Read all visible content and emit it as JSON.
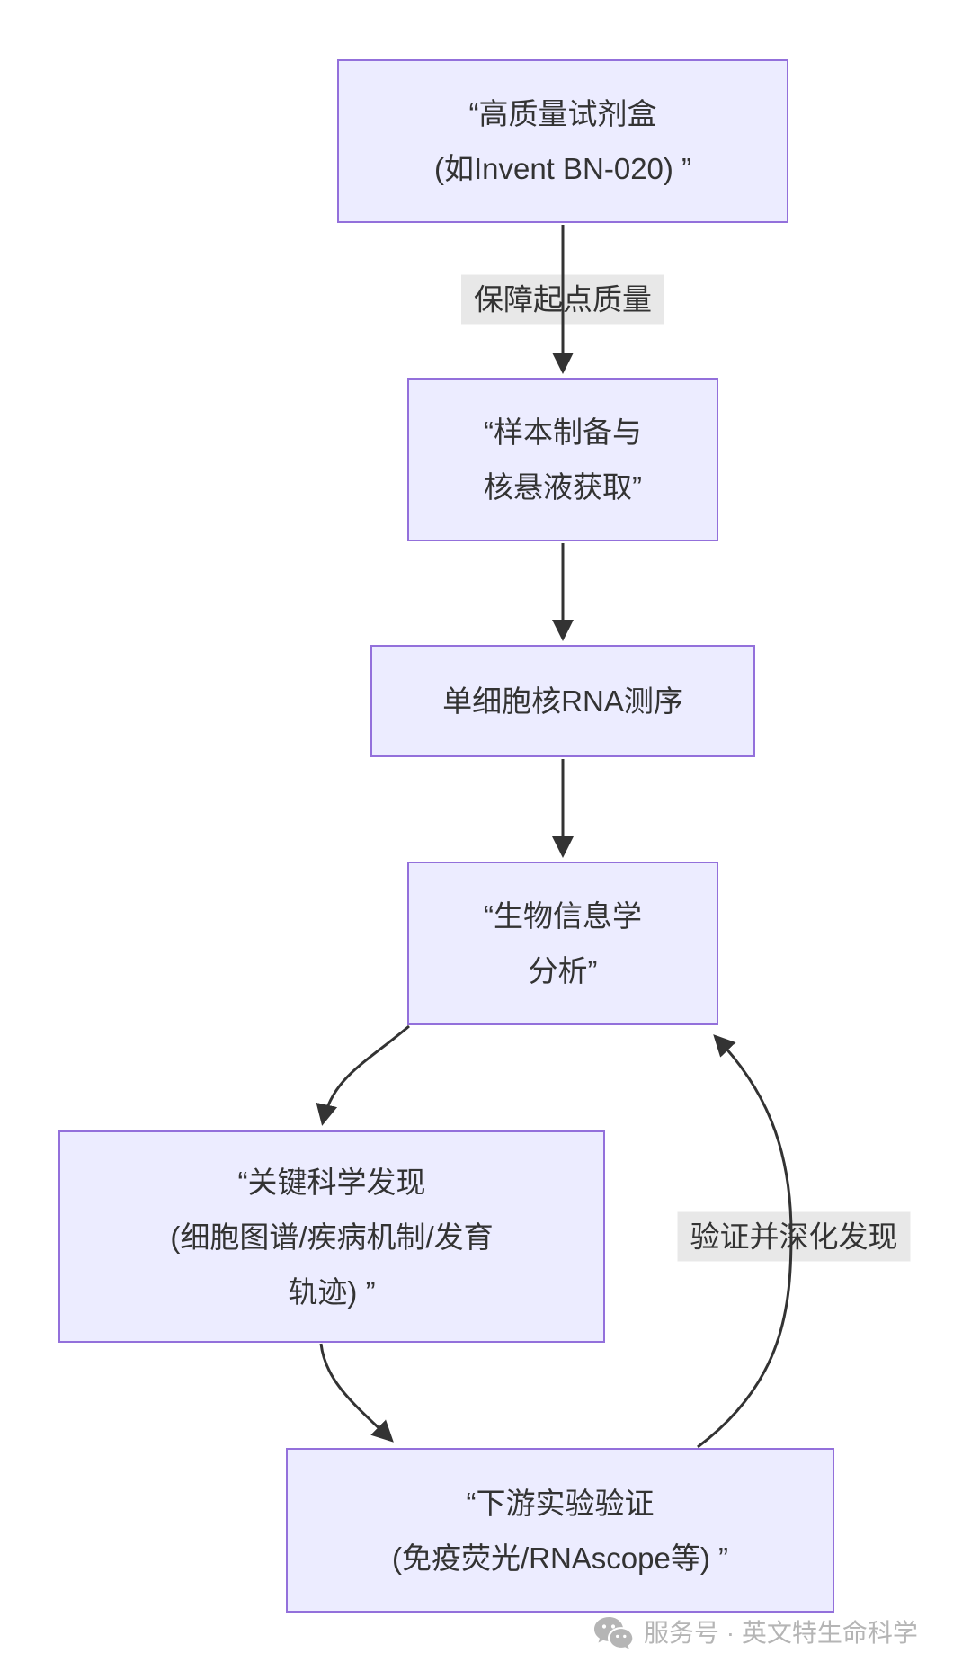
{
  "diagram": {
    "nodes": {
      "kit": {
        "lines": [
          "“高质量试剂盒",
          "(如Invent BN-020) ”"
        ]
      },
      "sample_prep": {
        "lines": [
          "“样本制备与",
          "核悬液获取”"
        ]
      },
      "snrna_seq": {
        "lines": [
          "单细胞核RNA测序"
        ]
      },
      "bioinformatics": {
        "lines": [
          "“生物信息学",
          "分析”"
        ]
      },
      "findings": {
        "lines": [
          "“关键科学发现",
          "(细胞图谱/疾病机制/发育",
          "轨迹) ”"
        ]
      },
      "validation": {
        "lines": [
          "“下游实验验证",
          "(免疫荧光/RNAscope等) ”"
        ]
      }
    },
    "edge_labels": {
      "quality": {
        "text": "保障起点质量"
      },
      "deepen": {
        "text": "验证并深化发现"
      }
    },
    "colors": {
      "node_fill": "#ECECFF",
      "node_border": "#9370DB",
      "arrow": "#333333",
      "edge_label_bg": "#E8E8E8",
      "text": "#333333",
      "footer_text": "#B5B5B5"
    }
  },
  "footer": {
    "icon": "wechat-icon",
    "text": "服务号 · 英文特生命科学"
  }
}
